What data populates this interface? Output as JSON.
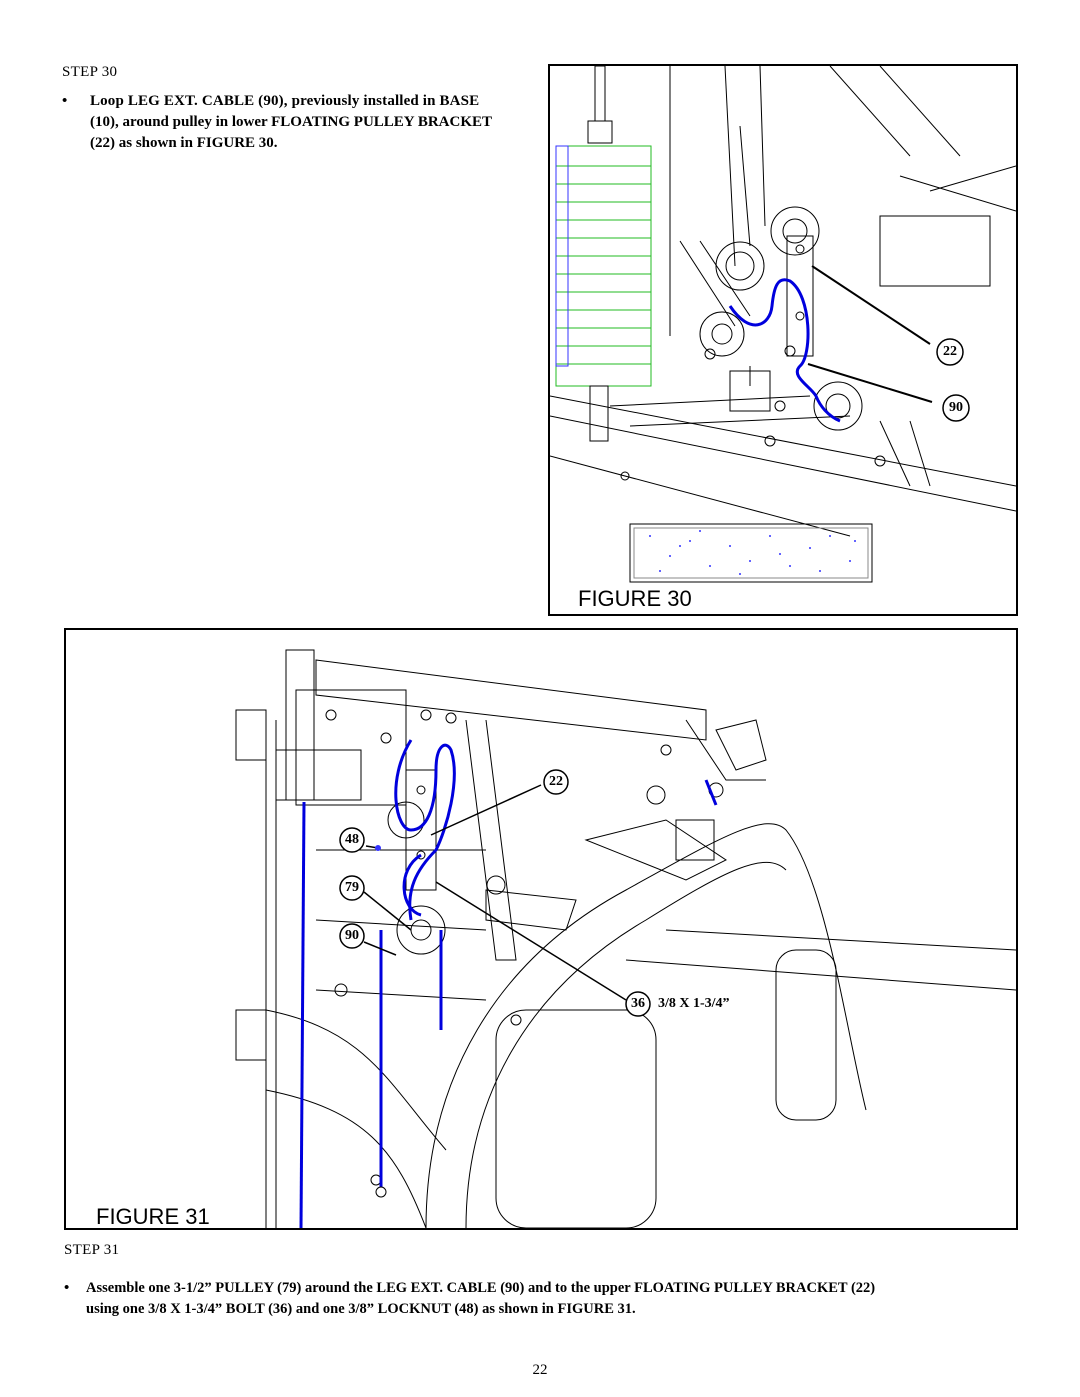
{
  "step30": {
    "label": "STEP 30",
    "bullet": "•",
    "lines": [
      "Loop LEG EXT. CABLE (90), previously installed in BASE",
      "(10), around pulley in lower FLOATING PULLEY BRACKET",
      "(22) as shown in FIGURE 30."
    ]
  },
  "figure30": {
    "caption": "FIGURE 30",
    "callouts": [
      "22",
      "90"
    ],
    "colors": {
      "cable": "#0000dd",
      "weight_stack": "#22bb22",
      "frame": "#000000",
      "accent": "#3333ff"
    }
  },
  "figure31": {
    "caption": "FIGURE 31",
    "callouts": [
      "22",
      "48",
      "79",
      "90",
      "36"
    ],
    "bolt_spec": "3/8 X 1-3/4”"
  },
  "step31": {
    "label": "STEP 31",
    "bullet": "•",
    "line1": "Assemble one 3-1/2” PULLEY (79) around the LEG EXT. CABLE (90) and to the upper FLOATING PULLEY BRACKET (22)",
    "line2": "using one 3/8 X 1-3/4” BOLT (36) and one 3/8” LOCKNUT (48) as shown in FIGURE 31."
  },
  "page_number": "22"
}
